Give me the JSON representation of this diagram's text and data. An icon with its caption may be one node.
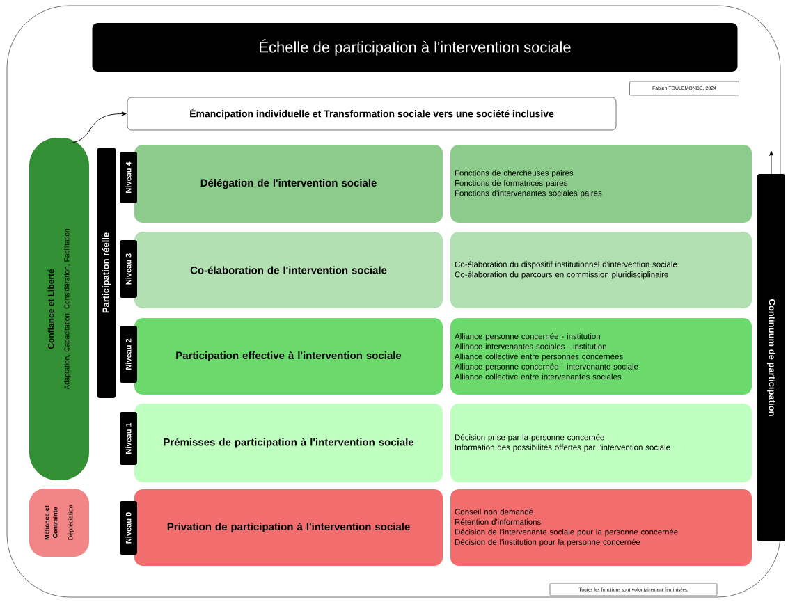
{
  "diagram": {
    "title": "Échelle de participation à l'intervention sociale",
    "nodes": [
      {
        "text": [
          "Émancipation individuelle et Transformation sociale vers une société inclusive"
        ]
      },
      {
        "text": [
          "Confiance et Liberté",
          "Adaptation, Capacitation, Considération, Facilitation"
        ]
      },
      {
        "text": [
          "Méfiance et Contrainte",
          "Dépréciation"
        ]
      },
      {
        "text": [
          "Participation réelle"
        ]
      },
      {
        "text": [
          "Niveau 4"
        ]
      },
      {
        "text": [
          "Délégation de l'intervention sociale"
        ]
      },
      {
        "text": [
          "Fonctions de chercheuses paires",
          "Fonctions de formatrices paires",
          "Fonctions d'intervenantes sociales paires"
        ]
      },
      {
        "text": [
          "Niveau 3"
        ]
      },
      {
        "text": [
          "Co-élaboration de l'intervention sociale"
        ]
      },
      {
        "text": [
          "Co-élaboration du dispositif institutionnel d'intervention sociale",
          "Co-élaboration du parcours en commission pluridisciplinaire"
        ]
      },
      {
        "text": [
          "Niveau 2"
        ]
      },
      {
        "text": [
          "Participation effective à l'intervention sociale"
        ]
      },
      {
        "text": [
          "Alliance personne concernée - institution",
          "Alliance intervenantes sociales - institution",
          "Alliance collective entre personnes concernées",
          "Alliance personne concernée - intervenante sociale",
          "Alliance collective entre intervenantes sociales"
        ]
      },
      {
        "text": [
          "Niveau 1"
        ]
      },
      {
        "text": [
          "Prémisses de participation à l'intervention sociale"
        ]
      },
      {
        "text": [
          "Décision prise par la personne concernée",
          "Information des possibilités offertes par l'intervention sociale"
        ]
      },
      {
        "text": [
          "Niveau 0"
        ]
      },
      {
        "text": [
          "Privation de participation à l'intervention sociale"
        ]
      },
      {
        "text": [
          "Conseil non demandé",
          "Rétention d'informations",
          "Décision de l'intervenante sociale pour la personne concernée",
          "Décision de l'institution pour la personne concernée"
        ]
      },
      {
        "text": [
          "Continuum de participation"
        ]
      }
    ],
    "edges": [
      {
        "from": 1,
        "to": 0,
        "arrow": "to"
      },
      {
        "from": 19,
        "to": null,
        "arrow": "to"
      }
    ],
    "labels": [
      "Fabien TOULEMONDE, 2024",
      "Toutes les fonctions sont volontairement féminisées."
    ]
  }
}
